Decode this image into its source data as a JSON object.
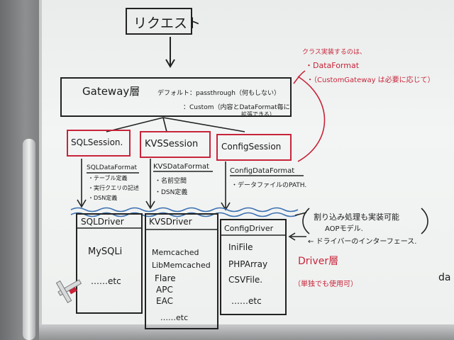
{
  "request": "リクエスト",
  "gateway": {
    "title": "Gateway層",
    "default": "デフォルト：passthrough（何もしない）",
    "custom1": "：Custom（内容とDataFormat毎に",
    "custom2": "拡張できる）"
  },
  "class_note": {
    "title": "クラス実装するのは、",
    "item1": "・DataFormat",
    "item2": "・（CustomGateway は必要に応じて）"
  },
  "sessions": [
    {
      "label": "SQLSession.",
      "format": "SQLDataFormat",
      "notes": [
        "・テーブル定義",
        "・実行クエリの記述",
        "・DSN定義"
      ]
    },
    {
      "label": "KVSSession",
      "format": "KVSDataFormat",
      "notes": [
        "・名前空間",
        "・DSN定義"
      ]
    },
    {
      "label": "ConfigSession",
      "format": "ConfigDataFormat",
      "notes": [
        "・データファイルのPATH."
      ]
    }
  ],
  "interrupt_note": {
    "line1": "割り込み処理も実装可能",
    "line2": "AOPモデル.",
    "line3": "← ドライバーのインターフェース."
  },
  "drivers": [
    {
      "label": "SQLDriver",
      "items": [
        "MySQLi",
        "……etc"
      ]
    },
    {
      "label": "KVSDriver",
      "items": [
        "Memcached",
        "LibMemcached",
        "Flare",
        "APC",
        "EAC",
        "……etc"
      ]
    },
    {
      "label": "ConfigDriver",
      "items": [
        "IniFile",
        "PHPArray",
        "CSVFile.",
        "……etc"
      ]
    }
  ],
  "driver_layer": {
    "title": "Driver層",
    "note": "（単独でも使用可）"
  },
  "edge_text": "da"
}
